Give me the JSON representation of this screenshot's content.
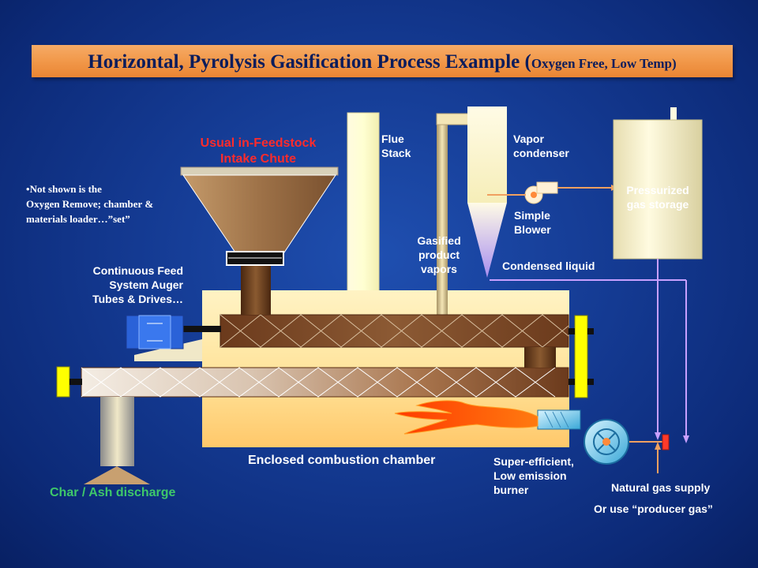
{
  "title": {
    "main": "Horizontal, Pyrolysis Gasification Process Example (",
    "sub": "Oxygen Free, Low Temp)"
  },
  "labels": {
    "intake_chute": [
      "Usual in-Feedstock",
      "Intake Chute"
    ],
    "note": [
      "Not shown is the",
      "Oxygen Remove; chamber &",
      "materials loader…”set”"
    ],
    "auger": [
      "Continuous Feed",
      "System Auger",
      "Tubes & Drives…"
    ],
    "flue_stack": [
      "Flue",
      "Stack"
    ],
    "gasified_vapors": [
      "Gasified",
      "product",
      "vapors"
    ],
    "vapor_condenser": [
      "Vapor",
      "condenser"
    ],
    "simple_blower": [
      "Simple",
      "Blower"
    ],
    "condensed_liquid": "Condensed liquid",
    "pressurized_storage": [
      "Pressurized",
      "gas storage"
    ],
    "combustion_chamber": "Enclosed combustion chamber",
    "burner": [
      "Super-efficient,",
      "Low emission",
      "burner"
    ],
    "natural_gas": "Natural gas supply",
    "producer_gas": "Or use “producer gas”",
    "char_ash": "Char / Ash discharge"
  },
  "colors": {
    "title_bar": "#f29a4c",
    "title_text": "#0a1c5c",
    "label_red": "#ff2b2b",
    "label_green": "#3ec86a",
    "chamber": "#ffd27a",
    "auger_brown": "#6b3a1c",
    "stack_cream": "#ffffcc",
    "flame": "#ff5a00",
    "pipe_line": "#f0a060",
    "feed_line": "#c8a0ff"
  }
}
